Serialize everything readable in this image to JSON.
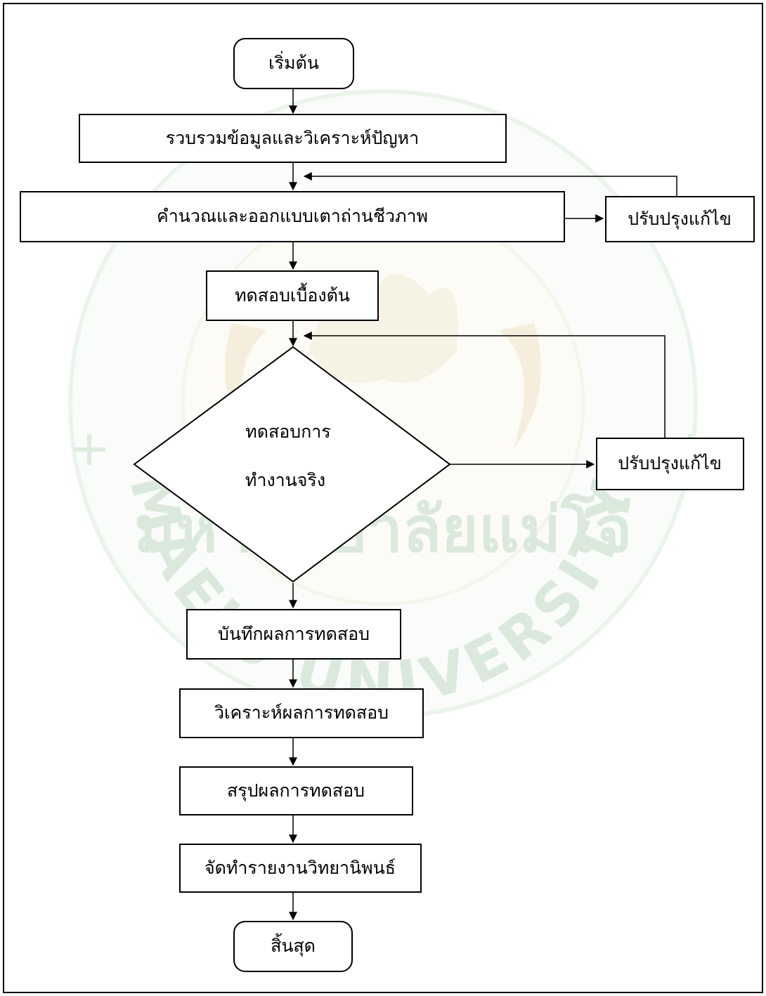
{
  "watermark": {
    "university_text": "MAEJO UNIVERSITY",
    "thai_text": "มหาวิทยาลัยแม่โจ้",
    "color": "#7fbf8a"
  },
  "nodes": {
    "start": "เริ่มต้น",
    "collect": "รวบรวมข้อมูลและวิเคราะห์ปัญหา",
    "design": "คำนวณและออกแบบเตาถ่านชีวภาพ",
    "revise1": "ปรับปรุงแก้ไข",
    "pretest": "ทดสอบเบื้องต้น",
    "decision_line1": "ทดสอบการ",
    "decision_line2": "ทำงานจริง",
    "revise2": "ปรับปรุงแก้ไข",
    "record": "บันทึกผลการทดสอบ",
    "analyze": "วิเคราะห์ผลการทดสอบ",
    "summary": "สรุปผลการทดสอบ",
    "report": "จัดทำรายงานวิทยานิพนธ์",
    "end": "สิ้นสุด"
  }
}
